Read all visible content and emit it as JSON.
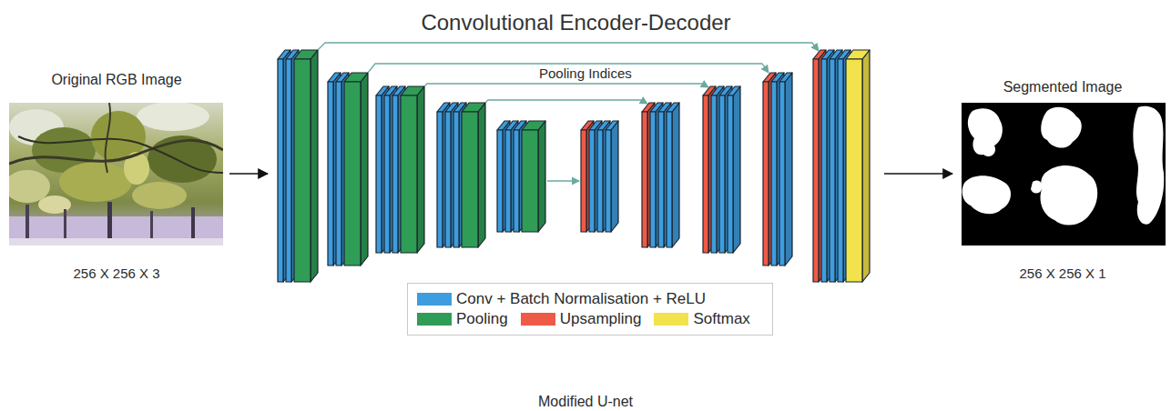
{
  "diagram": {
    "caption": "Modified U-net",
    "nodes": [
      {
        "text": [
          "Original RGB Image",
          "256 X 256 X 3"
        ]
      },
      {
        "text": [
          "Convolutional Encoder-Decoder"
        ]
      },
      {
        "text": [
          "Segmented Image",
          "256 X 256 X 1"
        ]
      }
    ],
    "edges": [
      {
        "from": 0,
        "to": 1,
        "arrow": "to"
      },
      {
        "from": 1,
        "to": 2,
        "arrow": "to"
      }
    ],
    "labels": [
      "Pooling Indices"
    ],
    "legend": [
      {
        "text": "Conv + Batch Normalisation + ReLU",
        "color": "#3d9ddf"
      },
      {
        "text": "Pooling",
        "color": "#2f9d55"
      },
      {
        "text": "Upsampling",
        "color": "#ef5a47"
      },
      {
        "text": "Softmax",
        "color": "#f2e34c"
      }
    ]
  }
}
